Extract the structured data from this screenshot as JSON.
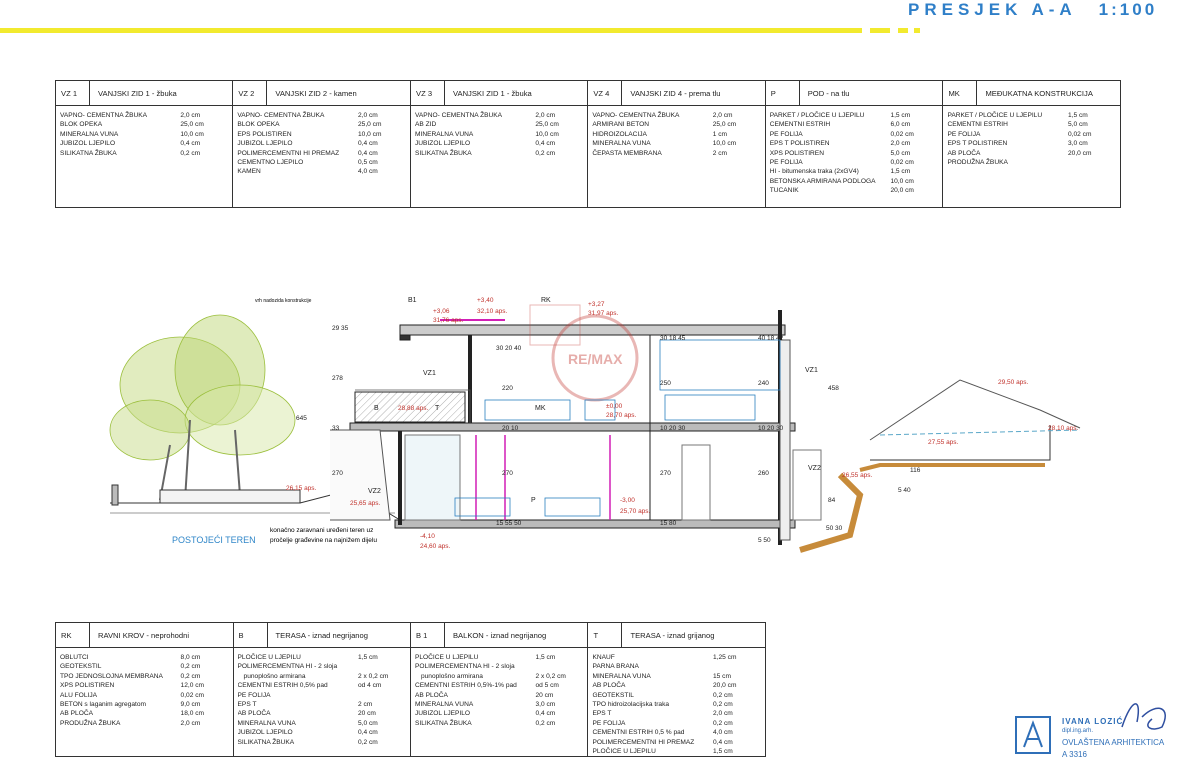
{
  "sheet": {
    "title": "PRESJEK A-A",
    "scale": "1:100"
  },
  "colors": {
    "accent_yellow": "#f2ea2f",
    "title_blue": "#2f7fc8",
    "red_dim": "#c0312b",
    "green_tree": "#9bbf3c",
    "magenta": "#d21fb6"
  },
  "top_specs": [
    {
      "code": "VZ 1",
      "name": "VANJSKI ZID 1 - žbuka",
      "rows": [
        [
          "VAPNO- CEMENTNA ŽBUKA",
          "2,0 cm"
        ],
        [
          "BLOK OPEKA",
          "25,0 cm"
        ],
        [
          "MINERALNA VUNA",
          "10,0 cm"
        ],
        [
          "JUBIZOL LJEPILO",
          "0,4 cm"
        ],
        [
          "SILIKATNA ŽBUKA",
          "0,2 cm"
        ]
      ]
    },
    {
      "code": "VZ 2",
      "name": "VANJSKI ZID 2 - kamen",
      "rows": [
        [
          "VAPNO- CEMENTNA ŽBUKA",
          "2,0 cm"
        ],
        [
          "BLOK OPEKA",
          "25,0 cm"
        ],
        [
          "EPS POLISTIREN",
          "10,0 cm"
        ],
        [
          "JUBIZOL LJEPILO",
          "0,4 cm"
        ],
        [
          "POLIMERCEMENTNI HI PREMAZ",
          "0,4 cm"
        ],
        [
          "CEMENTNO LJEPILO",
          "0,5 cm"
        ],
        [
          "KAMEN",
          "4,0 cm"
        ]
      ]
    },
    {
      "code": "VZ 3",
      "name": "VANJSKI ZID 1 - žbuka",
      "rows": [
        [
          "VAPNO- CEMENTNA ŽBUKA",
          "2,0 cm"
        ],
        [
          "AB ZID",
          "25,0 cm"
        ],
        [
          "MINERALNA VUNA",
          "10,0 cm"
        ],
        [
          "JUBIZOL LJEPILO",
          "0,4 cm"
        ],
        [
          "SILIKATNA ŽBUKA",
          "0,2 cm"
        ]
      ]
    },
    {
      "code": "VZ 4",
      "name": "VANJSKI ZID 4 - prema tlu",
      "rows": [
        [
          "VAPNO- CEMENTNA ŽBUKA",
          "2,0 cm"
        ],
        [
          "ARMIRANI BETON",
          "25,0 cm"
        ],
        [
          "HIDROIZOLACIJA",
          "1 cm"
        ],
        [
          "MINERALNA VUNA",
          "10,0 cm"
        ],
        [
          "ČEPASTA MEMBRANA",
          "2 cm"
        ]
      ]
    },
    {
      "code": "P",
      "name": "POD - na tlu",
      "rows": [
        [
          "PARKET / PLOČICE U LJEPILU",
          "1,5 cm"
        ],
        [
          "CEMENTNI ESTRIH",
          "6,0 cm"
        ],
        [
          "PE FOLIJA",
          "0,02 cm"
        ],
        [
          "EPS T POLISTIREN",
          "2,0 cm"
        ],
        [
          "XPS POLISTIREN",
          "5,0 cm"
        ],
        [
          "PE FOLIJA",
          "0,02 cm"
        ],
        [
          "HI - bitumenska traka (2xGV4)",
          "1,5 cm"
        ],
        [
          "BETONSKA ARMIRANA PODLOGA",
          "10,0 cm"
        ],
        [
          "TUCANIK",
          "20,0 cm"
        ]
      ]
    },
    {
      "code": "MK",
      "name": "MEĐUKATNA KONSTRUKCIJA",
      "rows": [
        [
          "PARKET / PLOČICE U LJEPILU",
          "1,5 cm"
        ],
        [
          "CEMENTNI ESTRIH",
          "5,0 cm"
        ],
        [
          "PE FOLIJA",
          "0,02 cm"
        ],
        [
          "EPS T POLISTIREN",
          "3,0 cm"
        ],
        [
          "AB PLOČA",
          "20,0 cm"
        ],
        [
          "PRODUŽNA ŽBUKA",
          ""
        ]
      ]
    }
  ],
  "bottom_specs": [
    {
      "code": "RK",
      "name": "RAVNI KROV  - neprohodni",
      "rows": [
        [
          "OBLUTCI",
          "8,0 cm"
        ],
        [
          "GEOTEKSTIL",
          "0,2 cm"
        ],
        [
          "TPO JEDNOSLOJNA MEMBRANA",
          "0,2 cm"
        ],
        [
          "XPS POLISTIREN",
          "12,0 cm"
        ],
        [
          "ALU FOLIJA",
          "0,02 cm"
        ],
        [
          "BETON s laganim agregatom",
          "9,0 cm"
        ],
        [
          "AB PLOČA",
          "18,0 cm"
        ],
        [
          "PRODUŽNA ŽBUKA",
          "2,0 cm"
        ]
      ]
    },
    {
      "code": "B",
      "name": "TERASA  - iznad negrijanog",
      "rows": [
        [
          "PLOČICE U LJEPILU",
          "1,5 cm"
        ],
        [
          "POLIMERCEMENTNA HI  - 2 sloja",
          ""
        ],
        [
          "punoplošno armirana",
          "2 x 0,2 cm"
        ],
        [
          "CEMENTNI ESTRIH 0,5% pad",
          "od 4 cm"
        ],
        [
          "PE FOLIJA",
          ""
        ],
        [
          "EPS T",
          "2 cm"
        ],
        [
          "AB PLOČA",
          "20 cm"
        ],
        [
          "MINERALNA VUNA",
          "5,0 cm"
        ],
        [
          "JUBIZOL LJEPILO",
          "0,4 cm"
        ],
        [
          "SILIKATNA ŽBUKA",
          "0,2 cm"
        ]
      ]
    },
    {
      "code": "B 1",
      "name": "BALKON  - iznad negrijanog",
      "rows": [
        [
          "PLOČICE U LJEPILU",
          "1,5 cm"
        ],
        [
          "POLIMERCEMENTNA HI  - 2 sloja",
          ""
        ],
        [
          "punoplošno armirana",
          "2 x 0,2 cm"
        ],
        [
          "CEMENTNI ESTRIH 0,5%-1% pad",
          "od 5 cm"
        ],
        [
          "AB PLOČA",
          "20 cm"
        ],
        [
          "MINERALNA VUNA",
          "3,0 cm"
        ],
        [
          "JUBIZOL LJEPILO",
          "0,4 cm"
        ],
        [
          "SILIKATNA ŽBUKA",
          "0,2 cm"
        ]
      ]
    },
    {
      "code": "T",
      "name": "TERASA  - iznad grijanog",
      "rows": [
        [
          "KNAUF",
          "1,25 cm"
        ],
        [
          "PARNA BRANA",
          ""
        ],
        [
          "MINERALNA VUNA",
          "15 cm"
        ],
        [
          "AB PLOČA",
          "20,0 cm"
        ],
        [
          "GEOTEKSTIL",
          "0,2 cm"
        ],
        [
          "TPO hidroizolacijska traka",
          "0,2 cm"
        ],
        [
          "EPS T",
          "2,0 cm"
        ],
        [
          "PE FOLIJA",
          "0,2 cm"
        ],
        [
          "CEMENTNI ESTRIH 0,5 % pad",
          "4,0 cm"
        ],
        [
          "POLIMERCEMENTNI HI PREMAZ",
          "0,4 cm"
        ],
        [
          "PLOČICE U LJEPILU",
          "1,5 cm"
        ]
      ]
    }
  ],
  "section": {
    "top_note": "vrh nadozida konstrukcije",
    "tags": [
      "B1",
      "RK",
      "VZ1",
      "VZ1",
      "VZ2",
      "VZ2",
      "B",
      "T",
      "MK",
      "P"
    ],
    "levels": [
      "+3,06",
      "31,76 aps.",
      "+3,40",
      "32,10 aps.",
      "+3,27",
      "31,97 aps.",
      "28,88 aps.",
      "±0,00",
      "28,70 aps.",
      "-3,00",
      "25,70 aps.",
      "-4,10",
      "24,60 aps.",
      "26,15 aps.",
      "25,65 aps.",
      "29,50 aps.",
      "28,10 aps.",
      "27,55 aps.",
      "26,55 aps."
    ],
    "dims_left": [
      "29 35",
      "278",
      "33",
      "270",
      "645"
    ],
    "dims_mid": [
      "30 20 40",
      "220",
      "20 10",
      "270",
      "15 55 50"
    ],
    "dims_right": [
      "30 18 45",
      "250",
      "10 20 30",
      "270",
      "15 80"
    ],
    "dims_right2": [
      "40 18 42",
      "240",
      "10 20 30",
      "260",
      "5 50"
    ],
    "dims_far": [
      "458",
      "116",
      "5 40",
      "84",
      "50 30"
    ],
    "terrain_label": "POSTOJEĆI TEREN",
    "terrain_note1": "konačno zaravnani uređeni teren uz",
    "terrain_note2": "pročelje građevine na najnižem dijelu",
    "watermark": "RE/MAX"
  },
  "signature": {
    "name": "IVANA LOZIĆ",
    "sub": "dipl.ing.arh.",
    "role": "OVLAŠTENA ARHITEKTICA",
    "number": "A 3316"
  }
}
